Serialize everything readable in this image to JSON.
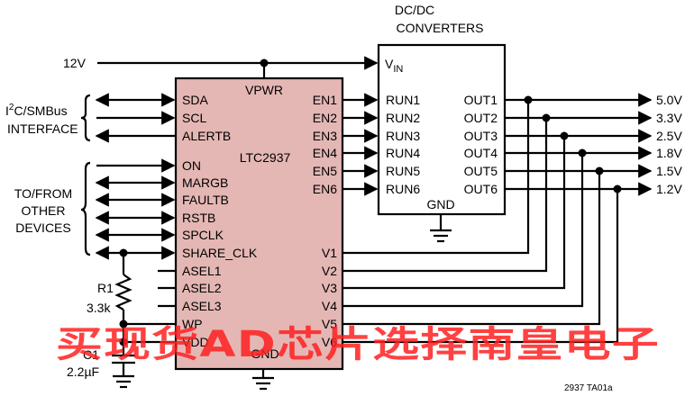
{
  "supply": {
    "label": "12V"
  },
  "ltc": {
    "part": "LTC2937",
    "vpwr": "VPWR",
    "gnd": "GND",
    "left_pins": [
      "SDA",
      "SCL",
      "ALERTB",
      "ON",
      "MARGB",
      "FAULTB",
      "RSTB",
      "SPCLK",
      "SHARE_CLK",
      "ASEL1",
      "ASEL2",
      "ASEL3",
      "WP",
      "VDD"
    ],
    "en_pins": [
      "EN1",
      "EN2",
      "EN3",
      "EN4",
      "EN5",
      "EN6"
    ],
    "v_pins": [
      "V1",
      "V2",
      "V3",
      "V4",
      "V5",
      "V6"
    ]
  },
  "dcdc": {
    "title_line1": "DC/DC",
    "title_line2": "CONVERTERS",
    "vin_main": "V",
    "vin_sub": "IN",
    "run_pins": [
      "RUN1",
      "RUN2",
      "RUN3",
      "RUN4",
      "RUN5",
      "RUN6"
    ],
    "out_pins": [
      "OUT1",
      "OUT2",
      "OUT3",
      "OUT4",
      "OUT5",
      "OUT6"
    ],
    "gnd": "GND"
  },
  "outputs": [
    "5.0V",
    "3.3V",
    "2.5V",
    "1.8V",
    "1.5V",
    "1.2V"
  ],
  "i2c": {
    "i": "I",
    "sup": "2",
    "rest": "C/SMBus",
    "line2": "INTERFACE"
  },
  "other": {
    "line1": "TO/FROM",
    "line2": "OTHER",
    "line3": "DEVICES"
  },
  "r1": {
    "name": "R1",
    "value": "3.3k"
  },
  "c1": {
    "name": "C1",
    "value": "2.2µF"
  },
  "figure_id": "2937 TA01a",
  "watermark": "买现货AD芯片选择南皇电子"
}
